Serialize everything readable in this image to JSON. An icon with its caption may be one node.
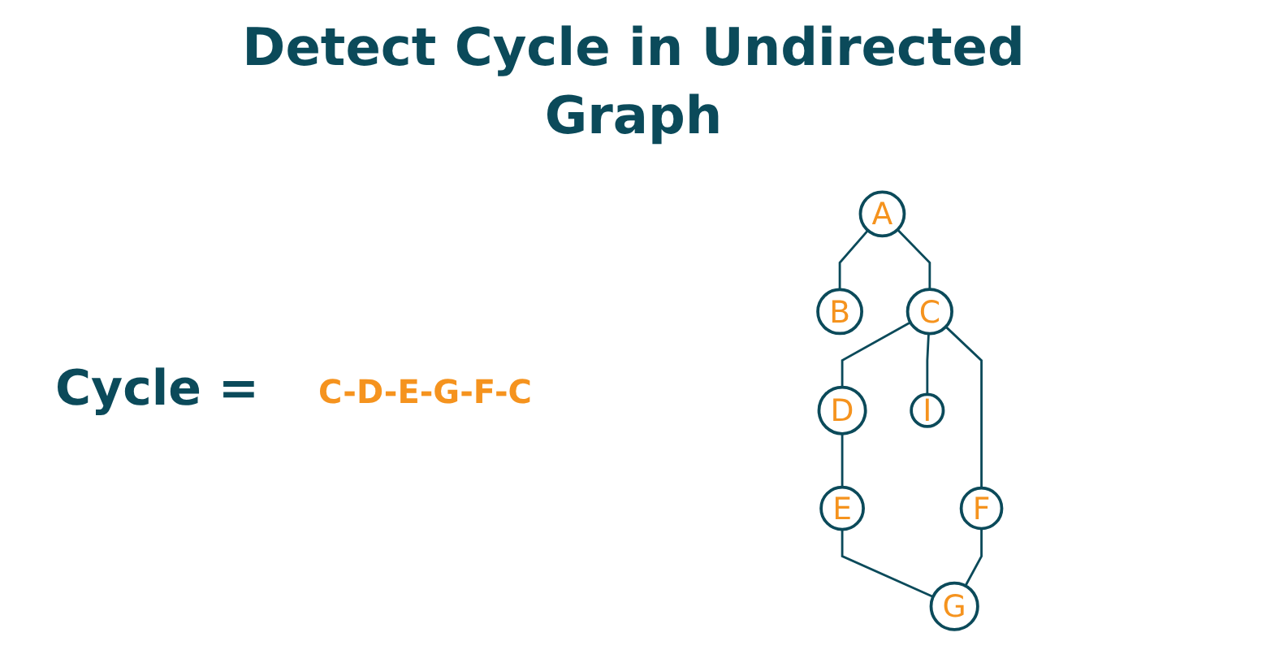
{
  "diagram": {
    "title": "Detect Cycle in Undirected Graph",
    "nodes": [
      {
        "text": [
          "A"
        ]
      },
      {
        "text": [
          "B"
        ]
      },
      {
        "text": [
          "C"
        ]
      },
      {
        "text": [
          "D"
        ]
      },
      {
        "text": [
          "F"
        ]
      },
      {
        "text": [
          "I"
        ]
      },
      {
        "text": [
          "E"
        ]
      },
      {
        "text": [
          "G"
        ]
      }
    ],
    "edges": [
      {
        "from": 0,
        "to": 1,
        "arrow": "none"
      },
      {
        "from": 0,
        "to": 2,
        "arrow": "none"
      },
      {
        "from": 2,
        "to": 3,
        "arrow": "none"
      },
      {
        "from": 2,
        "to": 4,
        "arrow": "none"
      },
      {
        "from": 2,
        "to": 5,
        "arrow": "none"
      },
      {
        "from": 3,
        "to": 6,
        "arrow": "none"
      },
      {
        "from": 6,
        "to": 7,
        "arrow": "none"
      },
      {
        "from": 4,
        "to": 7,
        "arrow": "none"
      }
    ],
    "labels": [
      "Cycle =",
      "C-D-E-G-F-C"
    ]
  }
}
